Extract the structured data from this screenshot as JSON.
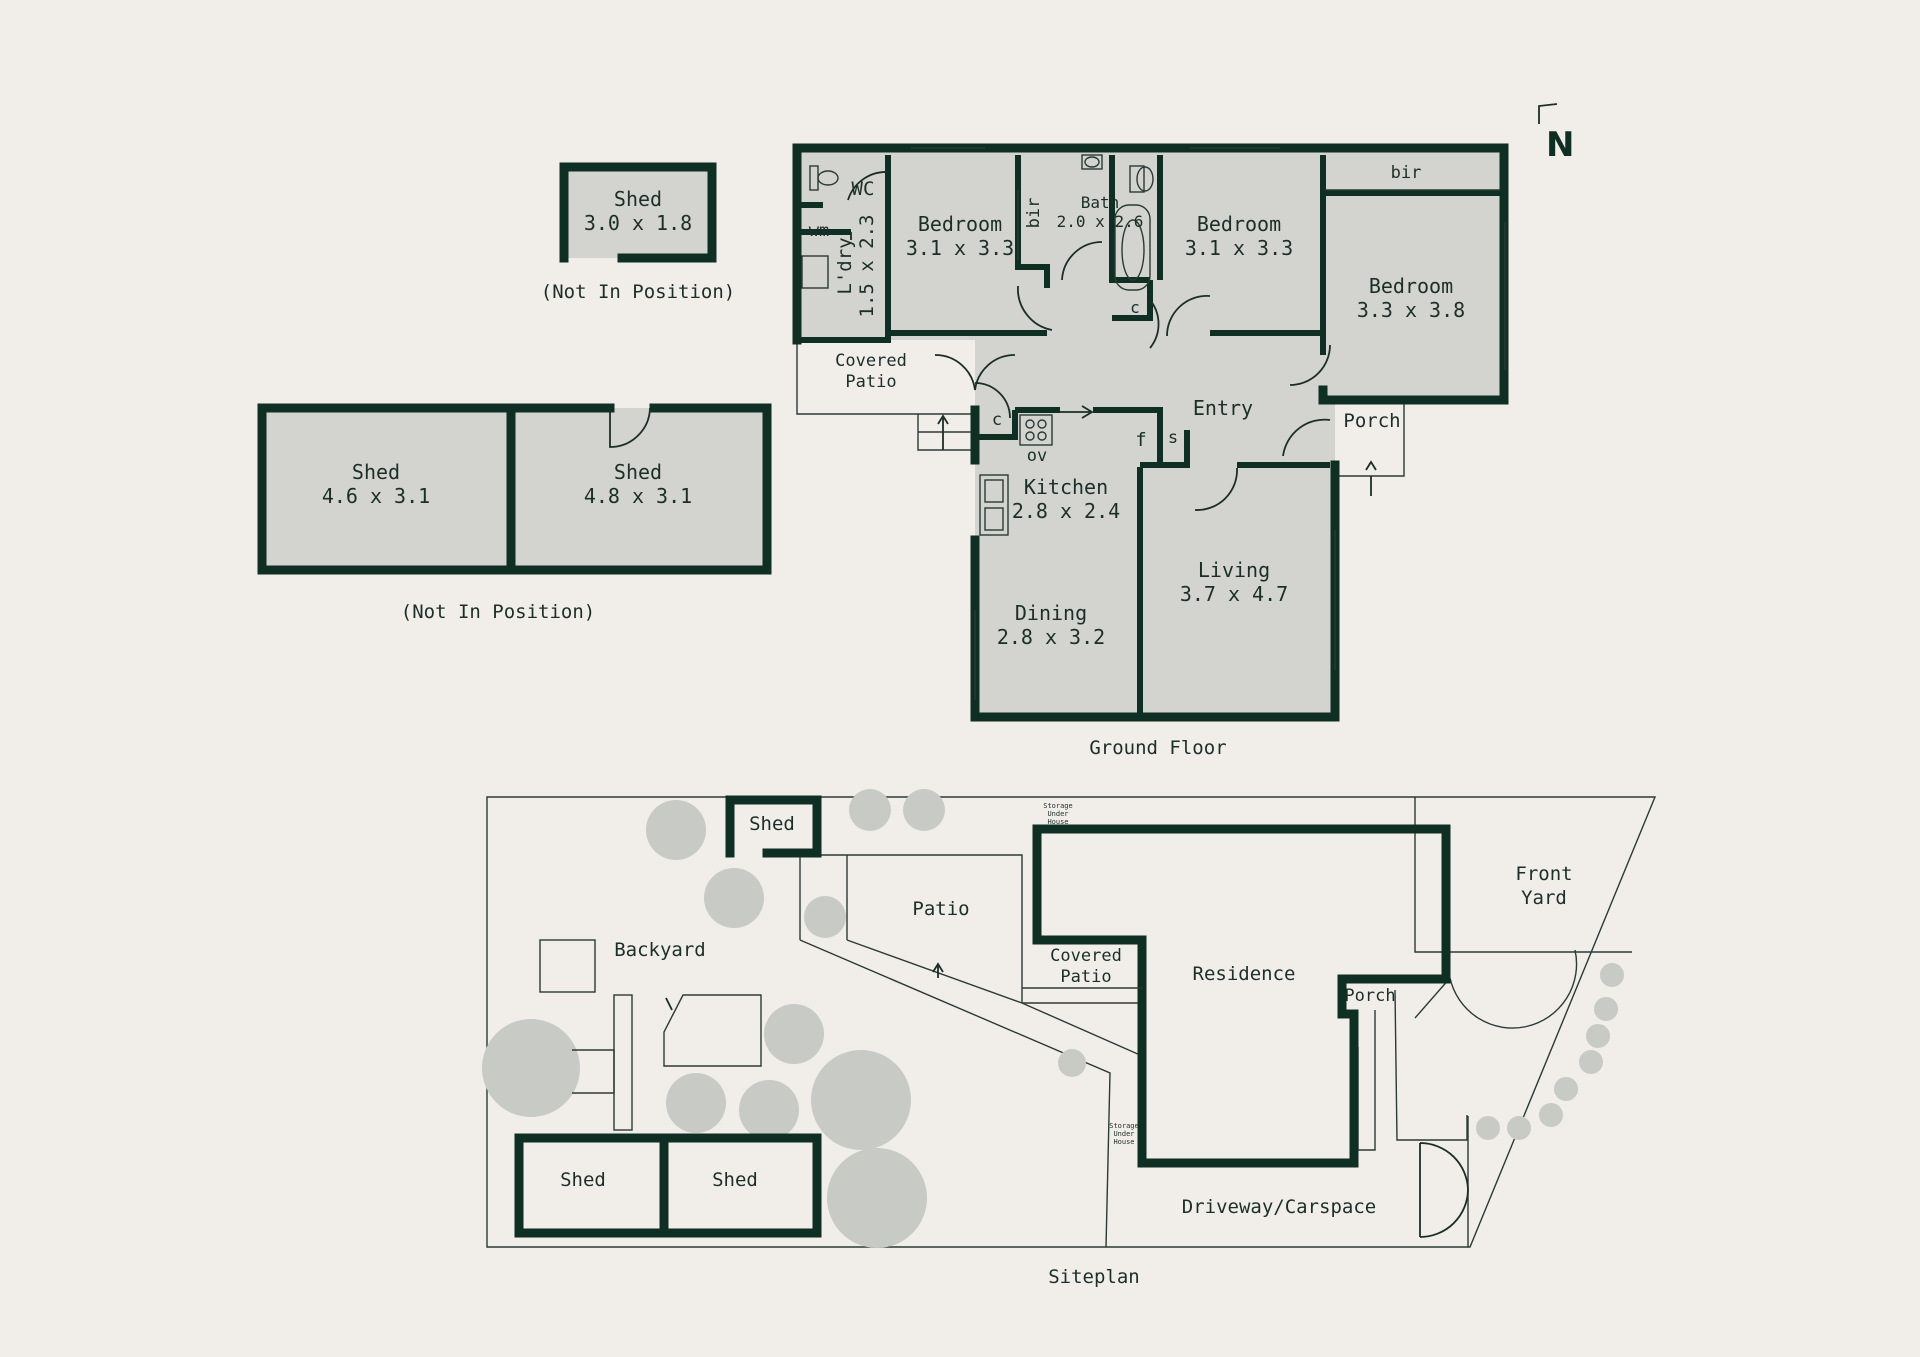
{
  "compass": {
    "label": "N"
  },
  "ground_floor": {
    "title": "Ground Floor",
    "rooms": {
      "wc": "WC",
      "wm": "wm",
      "laundry": {
        "name": "L'dry",
        "size": "1.5 x 2.3"
      },
      "bedroom1": {
        "name": "Bedroom",
        "size": "3.1 x 3.3"
      },
      "bir1": "bir",
      "bath": {
        "name": "Bath",
        "size": "2.0 x 2.6"
      },
      "bedroom2": {
        "name": "Bedroom",
        "size": "3.1 x 3.3"
      },
      "bir2": "bir",
      "bedroom3": {
        "name": "Bedroom",
        "size": "3.3 x 3.8"
      },
      "cupboard1": "c",
      "cupboard2": "c",
      "covered_patio": {
        "line1": "Covered",
        "line2": "Patio"
      },
      "entry": "Entry",
      "porch": "Porch",
      "fridge": "f",
      "storage": "s",
      "oven": "ov",
      "kitchen": {
        "name": "Kitchen",
        "size": "2.8 x 2.4"
      },
      "living": {
        "name": "Living",
        "size": "3.7 x 4.7"
      },
      "dining": {
        "name": "Dining",
        "size": "2.8 x 3.2"
      }
    }
  },
  "sheds": {
    "small": {
      "name": "Shed",
      "size": "3.0 x 1.8",
      "note": "(Not In Position)"
    },
    "left": {
      "name": "Shed",
      "size": "4.6 x 3.1"
    },
    "right": {
      "name": "Shed",
      "size": "4.8 x 3.1"
    },
    "pair_note": "(Not In Position)"
  },
  "siteplan": {
    "title": "Siteplan",
    "shed_top": "Shed",
    "shed_bottom_left": "Shed",
    "shed_bottom_right": "Shed",
    "backyard": "Backyard",
    "patio": "Patio",
    "covered_patio": {
      "line1": "Covered",
      "line2": "Patio"
    },
    "residence": "Residence",
    "porch": "Porch",
    "front_yard": {
      "line1": "Front",
      "line2": "Yard"
    },
    "driveway": "Driveway/Carspace",
    "storage_top": {
      "line1": "Storage",
      "line2": "Under",
      "line3": "House"
    },
    "storage_side": {
      "line1": "Storage",
      "line2": "Under",
      "line3": "House"
    }
  },
  "colors": {
    "background": "#f1eeea",
    "wall": "#0f2e24",
    "room_fill": "#d3d4d0",
    "tree": "#c7cac5"
  }
}
